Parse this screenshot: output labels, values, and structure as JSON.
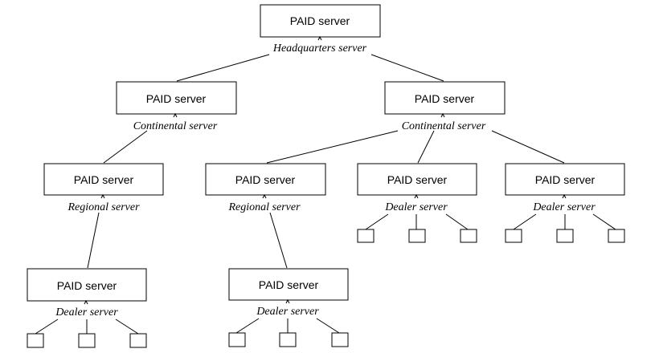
{
  "diagram": {
    "nodes": {
      "hq": {
        "box_label": "PAID server",
        "role_label": "Headquarters server"
      },
      "cont_left": {
        "box_label": "PAID server",
        "role_label": "Continental server"
      },
      "cont_right": {
        "box_label": "PAID server",
        "role_label": "Continental server"
      },
      "reg_a": {
        "box_label": "PAID server",
        "role_label": "Regional server"
      },
      "reg_b": {
        "box_label": "PAID server",
        "role_label": "Regional server"
      },
      "dealer_c": {
        "box_label": "PAID server",
        "role_label": "Dealer server"
      },
      "dealer_d": {
        "box_label": "PAID server",
        "role_label": "Dealer server"
      },
      "dealer_e": {
        "box_label": "PAID server",
        "role_label": "Dealer server"
      },
      "dealer_f": {
        "box_label": "PAID server",
        "role_label": "Dealer server"
      }
    }
  }
}
